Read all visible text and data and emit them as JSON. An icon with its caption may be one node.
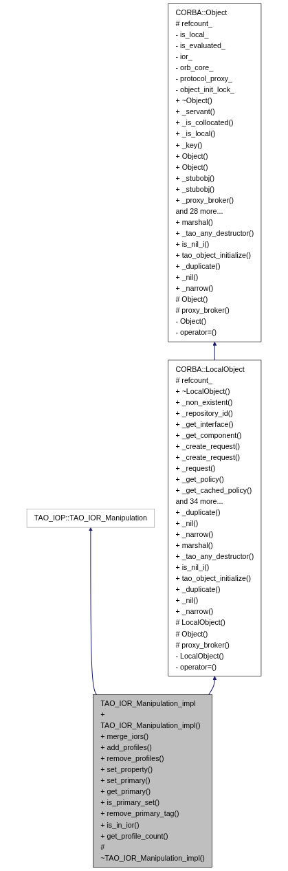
{
  "diagram": {
    "nodes": [
      {
        "text": [
          "CORBA::Object",
          "# refcount_",
          "- is_local_",
          "- is_evaluated_",
          "- ior_",
          "- orb_core_",
          "- protocol_proxy_",
          "- object_init_lock_",
          "+ ~Object()",
          "+ _servant()",
          "+ _is_collocated()",
          "+ _is_local()",
          "+ _key()",
          "+ Object()",
          "+ Object()",
          "+ _stubobj()",
          "+ _stubobj()",
          "+ _proxy_broker()",
          "and 28 more...",
          "+ marshal()",
          "+ _tao_any_destructor()",
          "+ is_nil_i()",
          "+ tao_object_initialize()",
          "+ _duplicate()",
          "+ _nil()",
          "+ _narrow()",
          "# Object()",
          "# proxy_broker()",
          "- Object()",
          "- operator=()"
        ]
      },
      {
        "text": [
          "TAO_IOP::TAO_IOR_Manipulation"
        ]
      },
      {
        "text": [
          "CORBA::LocalObject",
          "# refcount_",
          "+ ~LocalObject()",
          "+ _non_existent()",
          "+ _repository_id()",
          "+ _get_interface()",
          "+ _get_component()",
          "+ _create_request()",
          "+ _create_request()",
          "+ _request()",
          "+ _get_policy()",
          "+ _get_cached_policy()",
          "and 34 more...",
          "+ _duplicate()",
          "+ _nil()",
          "+ _narrow()",
          "+ marshal()",
          "+ _tao_any_destructor()",
          "+ is_nil_i()",
          "+ tao_object_initialize()",
          "+ _duplicate()",
          "+ _nil()",
          "+ _narrow()",
          "# LocalObject()",
          "# Object()",
          "# proxy_broker()",
          "- LocalObject()",
          "- operator=()"
        ]
      },
      {
        "text": [
          "TAO_IOR_Manipulation_impl",
          "+ TAO_IOR_Manipulation_impl()",
          "+ merge_iors()",
          "+ add_profiles()",
          "+ remove_profiles()",
          "+ set_property()",
          "+ set_primary()",
          "+ get_primary()",
          "+ is_primary_set()",
          "+ remove_primary_tag()",
          "+ is_in_ior()",
          "+ get_profile_count()",
          "# ~TAO_IOR_Manipulation_impl()"
        ]
      }
    ],
    "edges": [
      {
        "from": 2,
        "to": 0,
        "arrow": "to"
      },
      {
        "from": 3,
        "to": 1,
        "arrow": "to"
      },
      {
        "from": 3,
        "to": 2,
        "arrow": "to"
      }
    ]
  }
}
